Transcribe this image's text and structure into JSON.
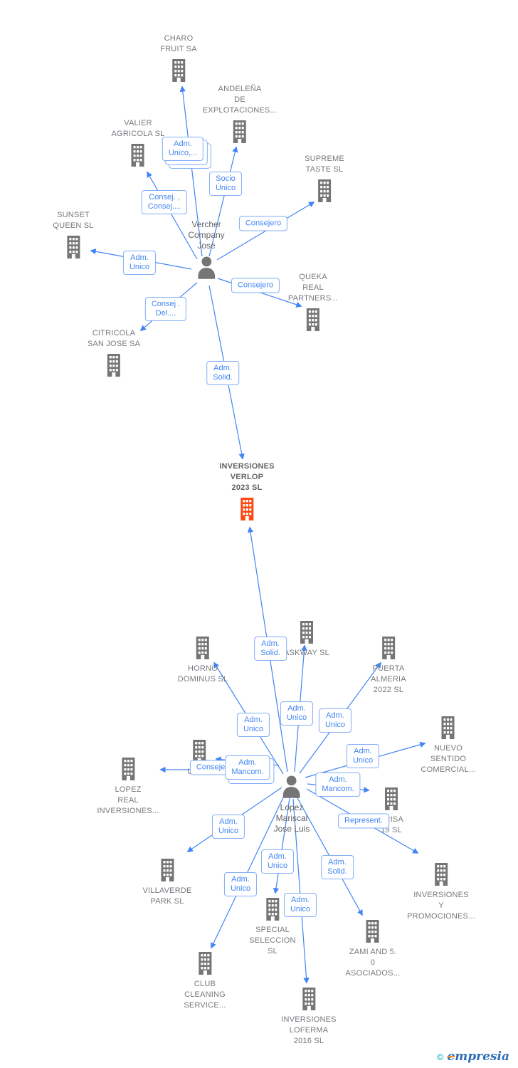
{
  "colors": {
    "accent_blue": "#4285F4",
    "node_gray": "#757575",
    "highlight_orange": "#FF4713",
    "label_border_blue": "#82AEF8",
    "copyright_teal": "#00ACC1",
    "logo_blue": "#2E6DB4"
  },
  "persons": [
    {
      "name": "Vercher\nCompany\nJose"
    },
    {
      "name": "Lopez\nMariscal\nJose Luis"
    }
  ],
  "companies": [
    {
      "name": "CHARO\nFRUIT SA"
    },
    {
      "name": "ANDELEÑA\nDE\nEXPLOTACIONES..."
    },
    {
      "name": "VALIER\nAGRICOLA  SL"
    },
    {
      "name": "SUPREME\nTASTE  SL"
    },
    {
      "name": "SUNSET\nQUEEN  SL"
    },
    {
      "name": "QUEKA\nREAL\nPARTNERS..."
    },
    {
      "name": "CITRICOLA\nSAN JOSE SA"
    },
    {
      "name": "INVERSIONES\nVERLOP\n2023  SL",
      "highlight": true
    },
    {
      "name": "HORNO\nDOMINUS  SL"
    },
    {
      "name": "ASKWAY  SL"
    },
    {
      "name": "PUERTA\nALMERIA\n2022  SL"
    },
    {
      "name": "NUEVO\nSENTIDO\nCOMERCIAL..."
    },
    {
      "name": "UBR..."
    },
    {
      "name": "LOPEZ\nREAL\nINVERSIONES..."
    },
    {
      "name": "BRISA\n19  SL"
    },
    {
      "name": "VILLAVERDE\nPARK  SL"
    },
    {
      "name": "INVERSIONES\nY\nPROMOCIONES..."
    },
    {
      "name": "SPECIAL\nSELECCION\nSL"
    },
    {
      "name": "ZAMI AND 5.\n0\nASOCIADOS..."
    },
    {
      "name": "CLUB\nCLEANING\nSERVICE..."
    },
    {
      "name": "INVERSIONES\nLOFERMA\n2016  SL"
    }
  ],
  "edge_labels": [
    {
      "text": "Adm.\nUnico,..."
    },
    {
      "text": "Socio\nÚnico"
    },
    {
      "text": "Consej. ,\nConsej...."
    },
    {
      "text": "Consejero"
    },
    {
      "text": "Adm.\nUnico"
    },
    {
      "text": "Consejero"
    },
    {
      "text": "Consej .\nDel...."
    },
    {
      "text": "Adm.\nSolid."
    },
    {
      "text": "Adm.\nSolid."
    },
    {
      "text": "Adm.\nUnico"
    },
    {
      "text": "Adm.\nUnico"
    },
    {
      "text": "Adm.\nUnico"
    },
    {
      "text": "Adm.\nUnico"
    },
    {
      "text": "Consejero"
    },
    {
      "text": "Adm.\nMancom."
    },
    {
      "text": "Adm.\nMancom."
    },
    {
      "text": "Represent."
    },
    {
      "text": "Adm.\nUnico"
    },
    {
      "text": "Adm.\nUnico"
    },
    {
      "text": "Adm.\nSolid."
    },
    {
      "text": "Adm.\nUnico"
    },
    {
      "text": "Adm.\nUnico"
    }
  ],
  "footer": {
    "copyright": "©",
    "logo_first": "e",
    "logo_rest": "mpresia"
  }
}
